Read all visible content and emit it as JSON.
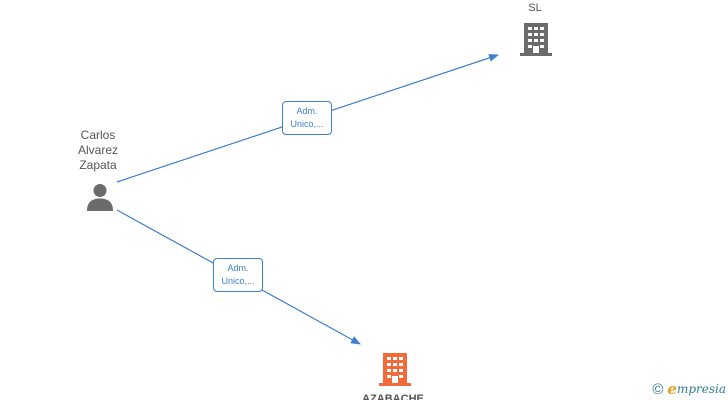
{
  "colors": {
    "edge": "#3f7fcf",
    "node_gray": "#6b6b6b",
    "node_highlight": "#f26b3a",
    "brand_teal": "#2e7d8c",
    "brand_orange": "#e8a020"
  },
  "nodes": {
    "person": {
      "name": "Carlos Alvarez Zapata",
      "icon": "person-icon"
    },
    "company_top": {
      "name": "SL",
      "icon": "building-icon"
    },
    "company_bottom": {
      "name": "AZABACHE",
      "icon": "building-icon"
    }
  },
  "edges": [
    {
      "from": "person",
      "to": "company_top",
      "label_line1": "Adm.",
      "label_line2": "Unico,..."
    },
    {
      "from": "person",
      "to": "company_bottom",
      "label_line1": "Adm.",
      "label_line2": "Unico,..."
    }
  ],
  "brand": {
    "copyright_symbol": "©",
    "initial": "e",
    "rest": "mpresia"
  }
}
